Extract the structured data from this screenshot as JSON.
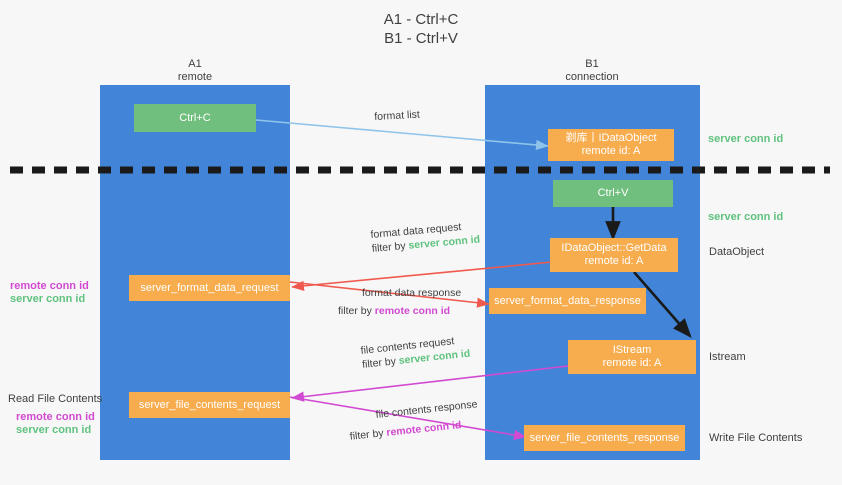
{
  "title": {
    "line1": "A1 - Ctrl+C",
    "line2": "B1 - Ctrl+V"
  },
  "columns": [
    {
      "name": "A1",
      "sub": "remote"
    },
    {
      "name": "B1",
      "sub": "connection"
    }
  ],
  "boxes": {
    "ctrl_c": {
      "line1": "Ctrl+C"
    },
    "ctrl_v": {
      "line1": "Ctrl+V"
    },
    "idataobject_copy": {
      "line1": "剃库丨IDataObject",
      "line2": "remote id: A"
    },
    "getdata": {
      "line1": "IDataObject::GetData",
      "line2": "remote id: A"
    },
    "istream": {
      "line1": "IStream",
      "line2": "remote id: A"
    },
    "format_data_request": {
      "line1": "server_format_data_request"
    },
    "format_data_response": {
      "line1": "server_format_data_response"
    },
    "file_contents_request": {
      "line1": "server_file_contents_request"
    },
    "file_contents_response": {
      "line1": "server_file_contents_response"
    }
  },
  "right_labels": {
    "server_conn_id_top": "server conn id",
    "server_conn_id_mid": "server conn id",
    "dataobject": "DataObject",
    "istream": "Istream",
    "write_file_contents": "Write File Contents"
  },
  "left_labels": {
    "remote_conn_id_1": "remote conn id",
    "server_conn_id_1": "server conn id",
    "read_file_contents": "Read File Contents",
    "remote_conn_id_2": "remote conn id",
    "server_conn_id_2": "server conn id"
  },
  "captions": {
    "format_list": "format list",
    "format_data_request": "format data request",
    "filter_by": "filter by ",
    "server_conn_id": "server conn id",
    "format_data_response": "format data response",
    "remote_conn_id": "remote conn id",
    "file_contents_request": "file contents request",
    "file_contents_response": "file contents response"
  },
  "colors": {
    "lane": "#4285d8",
    "green_box": "#71bf7e",
    "orange_box": "#f7ac4e",
    "green_text": "#5fc27e",
    "magenta_text": "#d24ad2",
    "arrow_red": "#f05a4e",
    "arrow_magenta": "#d24ad2",
    "arrow_blue": "#8fc4ea",
    "arrow_black": "#1a1a1a",
    "background": "#f7f7f7"
  }
}
